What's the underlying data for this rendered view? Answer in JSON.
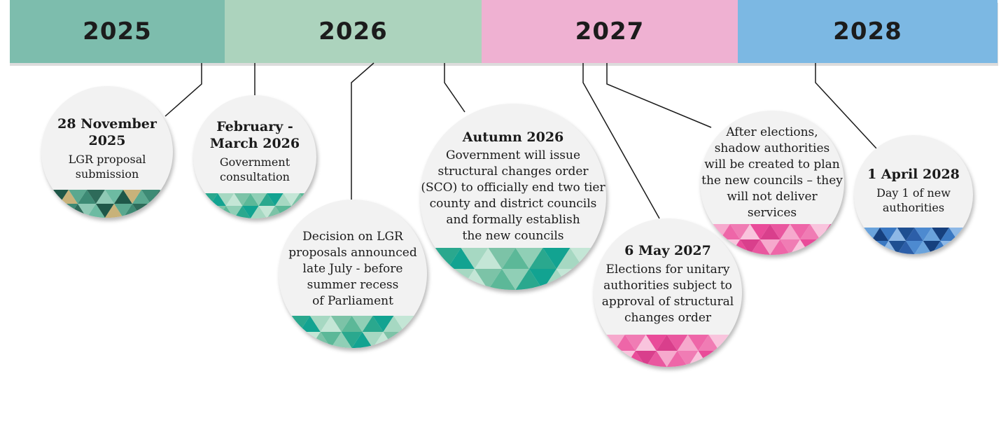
{
  "years": [
    {
      "label": "2025",
      "color": "#7dbdad"
    },
    {
      "label": "2026",
      "color": "#acd3bd"
    },
    {
      "label": "2027",
      "color": "#efb1d2"
    },
    {
      "label": "2028",
      "color": "#7cb8e3"
    }
  ],
  "events": [
    {
      "title_lines": [
        "28 November",
        "2025"
      ],
      "body_lines": [
        "LGR proposal",
        "submission"
      ],
      "palette": "dark-green"
    },
    {
      "title_lines": [
        "February -",
        "March 2026"
      ],
      "body_lines": [
        "Government",
        "consultation"
      ],
      "palette": "green"
    },
    {
      "title_lines": [],
      "body_lines": [
        "Decision on LGR",
        "proposals announced",
        "late July - before",
        "summer recess",
        "of Parliament"
      ],
      "palette": "green"
    },
    {
      "title_lines": [
        "Autumn 2026"
      ],
      "body_lines": [
        "Government will issue",
        "structural changes order",
        "(SCO) to officially end two tier",
        "county and district councils",
        "and formally establish",
        "the new councils"
      ],
      "palette": "green"
    },
    {
      "title_lines": [
        "6 May 2027"
      ],
      "body_lines": [
        "Elections for unitary",
        "authorities subject to",
        "approval of structural",
        "changes order"
      ],
      "palette": "pink"
    },
    {
      "title_lines": [],
      "body_lines": [
        "After elections,",
        "shadow authorities",
        "will be created to plan",
        "the new councils – they",
        "will not deliver",
        "services"
      ],
      "palette": "pink"
    },
    {
      "title_lines": [
        "1 April  2028"
      ],
      "body_lines": [
        "Day 1 of new",
        "authorities"
      ],
      "palette": "blue"
    }
  ],
  "palettes": {
    "dark-green": [
      "#2e6b5a",
      "#5aa88f",
      "#1f5748",
      "#8fc9b5",
      "#3d8a74",
      "#c8b27a",
      "#6dbba2"
    ],
    "green": [
      "#7cc3a7",
      "#a6d8c2",
      "#2aa88e",
      "#5cb898",
      "#c4e6d6",
      "#12a391",
      "#90cfb6"
    ],
    "pink": [
      "#e94b99",
      "#f07cb4",
      "#f6a9cd",
      "#d93f8c",
      "#f9c4dd",
      "#ee66a8",
      "#e9579f"
    ],
    "blue": [
      "#1e4f91",
      "#3a78c2",
      "#6aa3dc",
      "#2c5ea8",
      "#8db8e6",
      "#16407e",
      "#4d8ad0"
    ]
  }
}
